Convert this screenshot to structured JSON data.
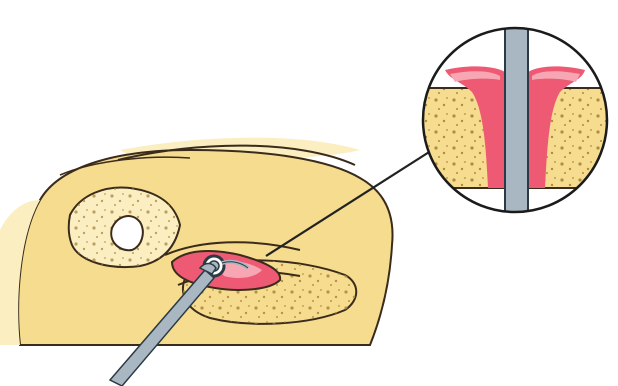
{
  "figure": {
    "colors": {
      "background": "#ffffff",
      "bone": "#f6dc8f",
      "bone_light": "#fbefc2",
      "bone_outline": "#3a2b1b",
      "marrow": "#b08945",
      "tissue": "#ee5a73",
      "tissue_light": "#f6a7b3",
      "tube": "#a8b7c2",
      "tube_outline": "#2b3a44"
    },
    "icons": [
      "ear-cross-section",
      "ear-tube",
      "ear-canal-instrument",
      "magnifier-callout"
    ]
  }
}
